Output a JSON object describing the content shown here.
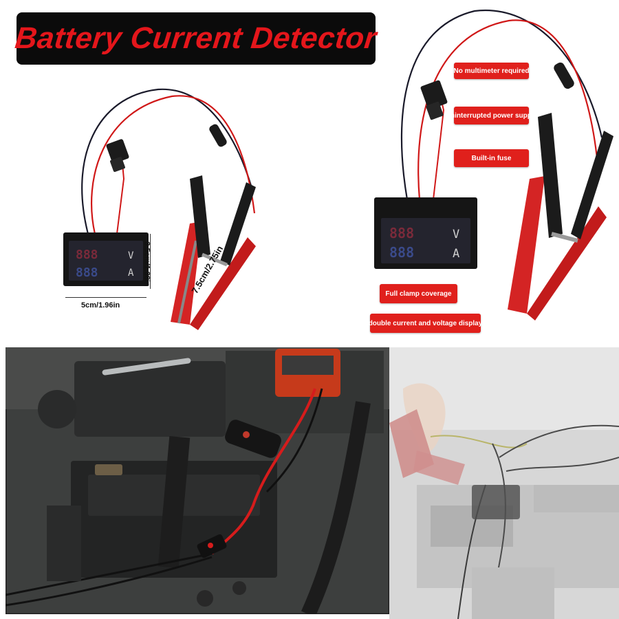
{
  "title": "Battery Current Detector",
  "features": {
    "no_multimeter": "No multimeter required",
    "uninterrupted_power": "Uninterrupted power supply",
    "built_in_fuse": "Built-in fuse",
    "full_clamp": "Full clamp coverage",
    "double_display": "double current and voltage display"
  },
  "dimensions": {
    "width": "5cm/1.96in",
    "height": "3.5cm/1.38in",
    "clamp_length": "7.5cm/2.75in"
  },
  "display": {
    "top_unit": "V",
    "bottom_unit": "A",
    "digits": "888"
  },
  "colors": {
    "accent_red": "#e0201c",
    "banner_bg": "#0b0b0b",
    "title_red": "#e4161b"
  }
}
